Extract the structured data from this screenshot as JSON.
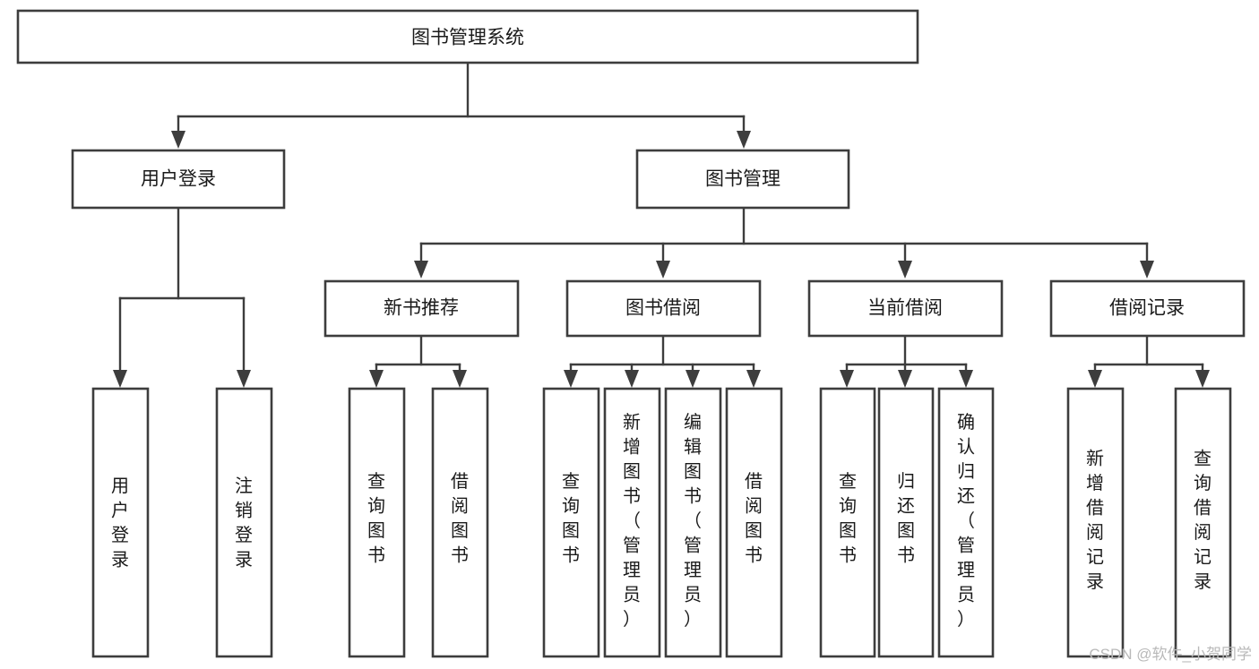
{
  "chart_data": {
    "type": "diagram",
    "diagram_type": "tree-hierarchy",
    "title": "图书管理系统",
    "orientation": "top-down",
    "edge_style": "orthogonal-arrow",
    "colors": {
      "box_fill": "#ffffff",
      "box_stroke": "#3d3d3d",
      "text": "#1a1a1a",
      "watermark": "#b9b9b9"
    },
    "levels": [
      {
        "level": 0,
        "nodes": [
          "图书管理系统"
        ]
      },
      {
        "level": 1,
        "nodes": [
          "用户登录",
          "图书管理"
        ]
      },
      {
        "level": 2,
        "nodes": [
          "新书推荐",
          "图书借阅",
          "当前借阅",
          "借阅记录"
        ]
      },
      {
        "level": 3,
        "nodes": [
          "用户登录",
          "注销登录",
          "查询图书",
          "借阅图书",
          "查询图书",
          "新增图书（管理员）",
          "编辑图书（管理员）",
          "借阅图书",
          "查询图书",
          "归还图书",
          "确认归还（管理员）",
          "新增借阅记录",
          "查询借阅记录"
        ]
      }
    ],
    "edges": [
      {
        "from": "图书管理系统",
        "to": "用户登录"
      },
      {
        "from": "图书管理系统",
        "to": "图书管理"
      },
      {
        "from": "用户登录",
        "to": "用户登录"
      },
      {
        "from": "用户登录",
        "to": "注销登录"
      },
      {
        "from": "图书管理",
        "to": "新书推荐"
      },
      {
        "from": "图书管理",
        "to": "图书借阅"
      },
      {
        "from": "图书管理",
        "to": "当前借阅"
      },
      {
        "from": "图书管理",
        "to": "借阅记录"
      },
      {
        "from": "新书推荐",
        "to": "查询图书"
      },
      {
        "from": "新书推荐",
        "to": "借阅图书"
      },
      {
        "from": "图书借阅",
        "to": "查询图书"
      },
      {
        "from": "图书借阅",
        "to": "新增图书（管理员）"
      },
      {
        "from": "图书借阅",
        "to": "编辑图书（管理员）"
      },
      {
        "from": "图书借阅",
        "to": "借阅图书"
      },
      {
        "from": "当前借阅",
        "to": "查询图书"
      },
      {
        "from": "当前借阅",
        "to": "归还图书"
      },
      {
        "from": "当前借阅",
        "to": "确认归还（管理员）"
      },
      {
        "from": "借阅记录",
        "to": "新增借阅记录"
      },
      {
        "from": "借阅记录",
        "to": "查询借阅记录"
      }
    ]
  },
  "root": {
    "label": "图书管理系统"
  },
  "level1": [
    {
      "label": "用户登录"
    },
    {
      "label": "图书管理"
    }
  ],
  "level2": [
    {
      "label": "新书推荐"
    },
    {
      "label": "图书借阅"
    },
    {
      "label": "当前借阅"
    },
    {
      "label": "借阅记录"
    }
  ],
  "leaves": {
    "user_login": [
      {
        "chars": [
          "用",
          "户",
          "登",
          "录"
        ]
      },
      {
        "chars": [
          "注",
          "销",
          "登",
          "录"
        ]
      }
    ],
    "new_book": [
      {
        "chars": [
          "查",
          "询",
          "图",
          "书"
        ]
      },
      {
        "chars": [
          "借",
          "阅",
          "图",
          "书"
        ]
      }
    ],
    "borrow_book": [
      {
        "chars": [
          "查",
          "询",
          "图",
          "书"
        ]
      },
      {
        "chars": [
          "新",
          "增",
          "图",
          "书",
          "（",
          "管",
          "理",
          "员",
          "）"
        ]
      },
      {
        "chars": [
          "编",
          "辑",
          "图",
          "书",
          "（",
          "管",
          "理",
          "员",
          "）"
        ]
      },
      {
        "chars": [
          "借",
          "阅",
          "图",
          "书"
        ]
      }
    ],
    "current_borrow": [
      {
        "chars": [
          "查",
          "询",
          "图",
          "书"
        ]
      },
      {
        "chars": [
          "归",
          "还",
          "图",
          "书"
        ]
      },
      {
        "chars": [
          "确",
          "认",
          "归",
          "还",
          "（",
          "管",
          "理",
          "员",
          "）"
        ]
      }
    ],
    "borrow_record": [
      {
        "chars": [
          "新",
          "增",
          "借",
          "阅",
          "记",
          "录"
        ]
      },
      {
        "chars": [
          "查",
          "询",
          "借",
          "阅",
          "记",
          "录"
        ]
      }
    ]
  },
  "watermark": {
    "text": "CSDN @软件_小贺同学"
  }
}
